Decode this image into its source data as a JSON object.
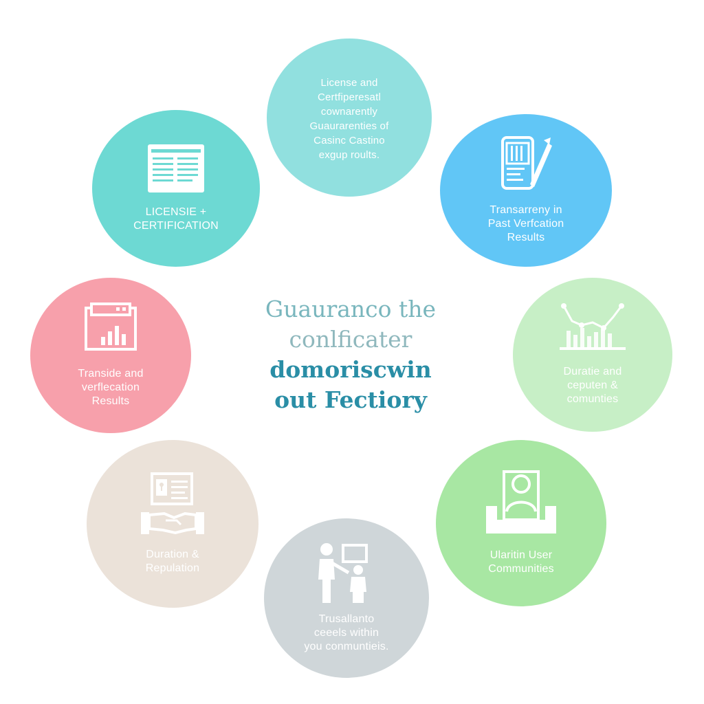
{
  "title": {
    "line1": "Guauranco the",
    "line2": "conlficater",
    "line3": "domoriscwin",
    "line4": "out Fectiory"
  },
  "nodes": {
    "top": {
      "lines": [
        "License and",
        "Certfiperesatl",
        "cownarently",
        "Guaurarenties of",
        "Casinc Castino",
        "exgup roults."
      ]
    },
    "license": {
      "icon": "document-list-icon",
      "lines": [
        "LICENSIE  +",
        "CERTIFICATION"
      ]
    },
    "transparency": {
      "icon": "tablet-pen-icon",
      "lines": [
        "Transarreny in",
        "Past Verfcation",
        "Results"
      ]
    },
    "verification": {
      "icon": "bar-chart-panel-icon",
      "lines": [
        "Transide and",
        "verflecation",
        "Results"
      ]
    },
    "duration_comm": {
      "icon": "line-chart-icon",
      "lines": [
        "Duratie and",
        "ceputen &",
        "comunties"
      ]
    },
    "reputation": {
      "icon": "handshake-document-icon",
      "lines": [
        "Duration  &",
        "Repulation"
      ]
    },
    "trust": {
      "icon": "people-board-icon",
      "lines": [
        "Trusallanto",
        "ceeels within",
        "you conmuntieis."
      ]
    },
    "user_comm": {
      "icon": "user-chair-icon",
      "lines": [
        "Ularitin User",
        "Communities"
      ]
    }
  },
  "colors": {
    "top": "#91e0df",
    "license": "#6dd9d3",
    "transparency": "#61c6f6",
    "verification": "#f7a0ab",
    "duration_comm": "#c7efc6",
    "reputation": "#ebe2d9",
    "trust": "#cfd6d9",
    "user_comm": "#a8e7a3",
    "title_accent": "#2a8ea6"
  }
}
